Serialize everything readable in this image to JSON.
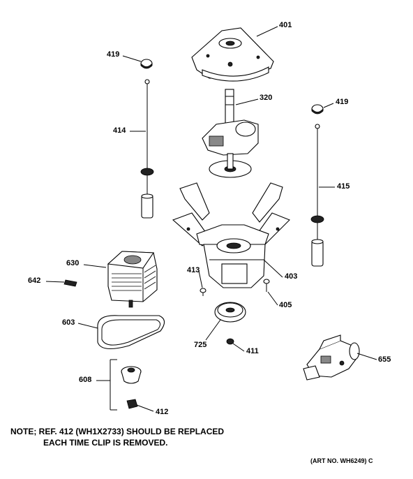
{
  "callouts": {
    "c401": "401",
    "c419a": "419",
    "c320": "320",
    "c419b": "419",
    "c414": "414",
    "c415": "415",
    "c630": "630",
    "c413": "413",
    "c403": "403",
    "c642": "642",
    "c405": "405",
    "c603": "603",
    "c725": "725",
    "c411": "411",
    "c608": "608",
    "c655": "655",
    "c412": "412"
  },
  "note": {
    "line1": "NOTE; REF. 412 (WH1X2733) SHOULD BE REPLACED",
    "line2": "EACH TIME CLIP IS REMOVED."
  },
  "art_number": "(ART NO. WH6249) C"
}
